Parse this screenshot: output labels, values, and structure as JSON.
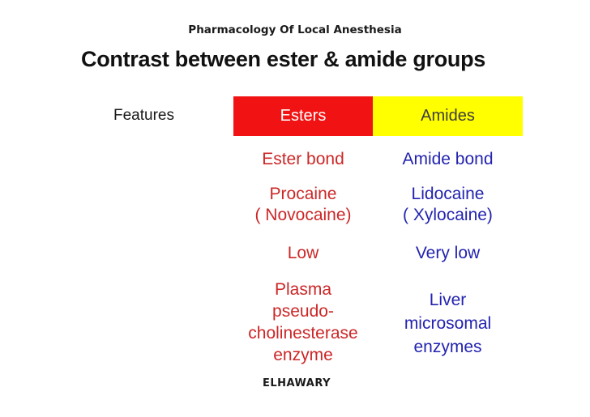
{
  "slide": {
    "kicker": "Pharmacology Of Local Anesthesia",
    "title": "Contrast between ester & amide groups",
    "footer": "ELHAWARY"
  },
  "colors": {
    "background": "#ffffff",
    "kicker_text": "#1a1a1a",
    "title_text": "#111111",
    "features_text": "#1a1a1a",
    "ester_header_bg": "#f11313",
    "ester_header_text": "#ffffff",
    "amide_header_bg": "#ffff00",
    "amide_header_text": "#3c3c3c",
    "ester_text": "#cc2727",
    "amide_text": "#2323b0"
  },
  "table": {
    "features_label": "Features",
    "column_headers": [
      "Esters",
      "Amides"
    ],
    "rows": [
      {
        "esters": [
          "Ester bond"
        ],
        "amides": [
          "Amide bond"
        ]
      },
      {
        "esters": [
          "Procaine",
          "( Novocaine)"
        ],
        "amides": [
          "Lidocaine",
          "( Xylocaine)"
        ]
      },
      {
        "esters": [
          "Low"
        ],
        "amides": [
          "Very low"
        ]
      },
      {
        "esters": [
          "Plasma",
          "pseudo-",
          "cholinesterase",
          "enzyme"
        ],
        "amides": [
          "Liver",
          "microsomal",
          "enzymes"
        ]
      }
    ]
  }
}
